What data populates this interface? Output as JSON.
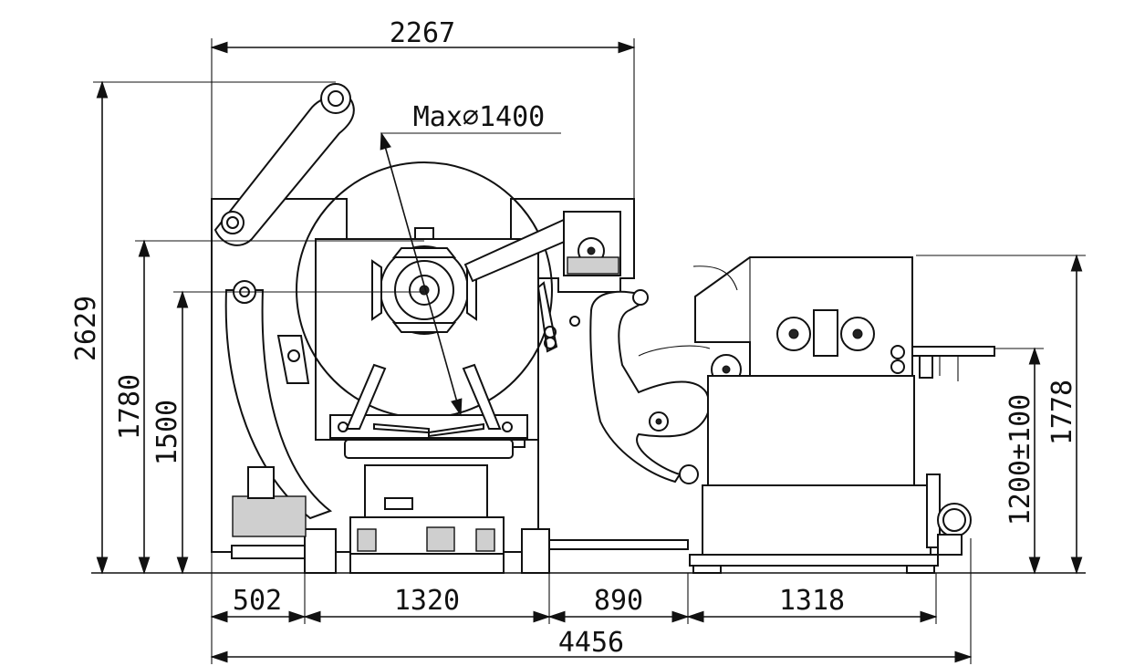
{
  "dimensions": {
    "overall_top_width": "2267",
    "coil_diameter": "Max∅1400",
    "total_height": "2629",
    "height_1780": "1780",
    "height_1500": "1500",
    "pass_line": "1200±100",
    "feeder_height": "1778",
    "seg_502": "502",
    "seg_1320": "1320",
    "seg_890": "890",
    "seg_1318": "1318",
    "overall_length": "4456"
  }
}
